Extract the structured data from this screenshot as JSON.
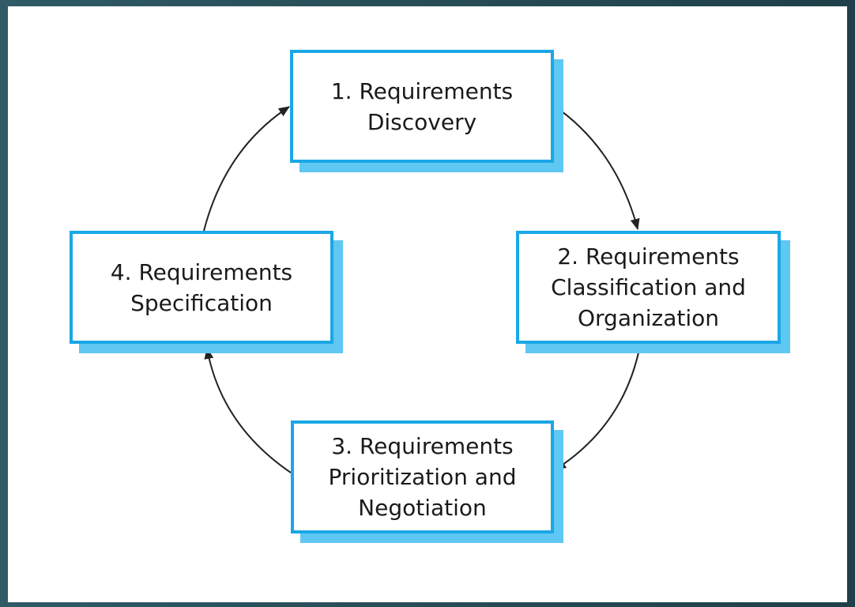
{
  "diagram": {
    "nodes": [
      {
        "id": "discovery",
        "label": "1. Requirements\nDiscovery"
      },
      {
        "id": "classification",
        "label": "2. Requirements\nClassification and\nOrganization"
      },
      {
        "id": "prioritization",
        "label": "3. Requirements\nPrioritization and\nNegotiation"
      },
      {
        "id": "specification",
        "label": "4. Requirements\nSpecification"
      }
    ],
    "edges": [
      {
        "from": "discovery",
        "to": "classification"
      },
      {
        "from": "classification",
        "to": "prioritization"
      },
      {
        "from": "prioritization",
        "to": "specification"
      },
      {
        "from": "specification",
        "to": "discovery"
      }
    ],
    "colors": {
      "box_border": "#1aa7e6",
      "box_shadow": "#5fc8f2",
      "arrow": "#222222",
      "frame": "#254a55"
    }
  }
}
